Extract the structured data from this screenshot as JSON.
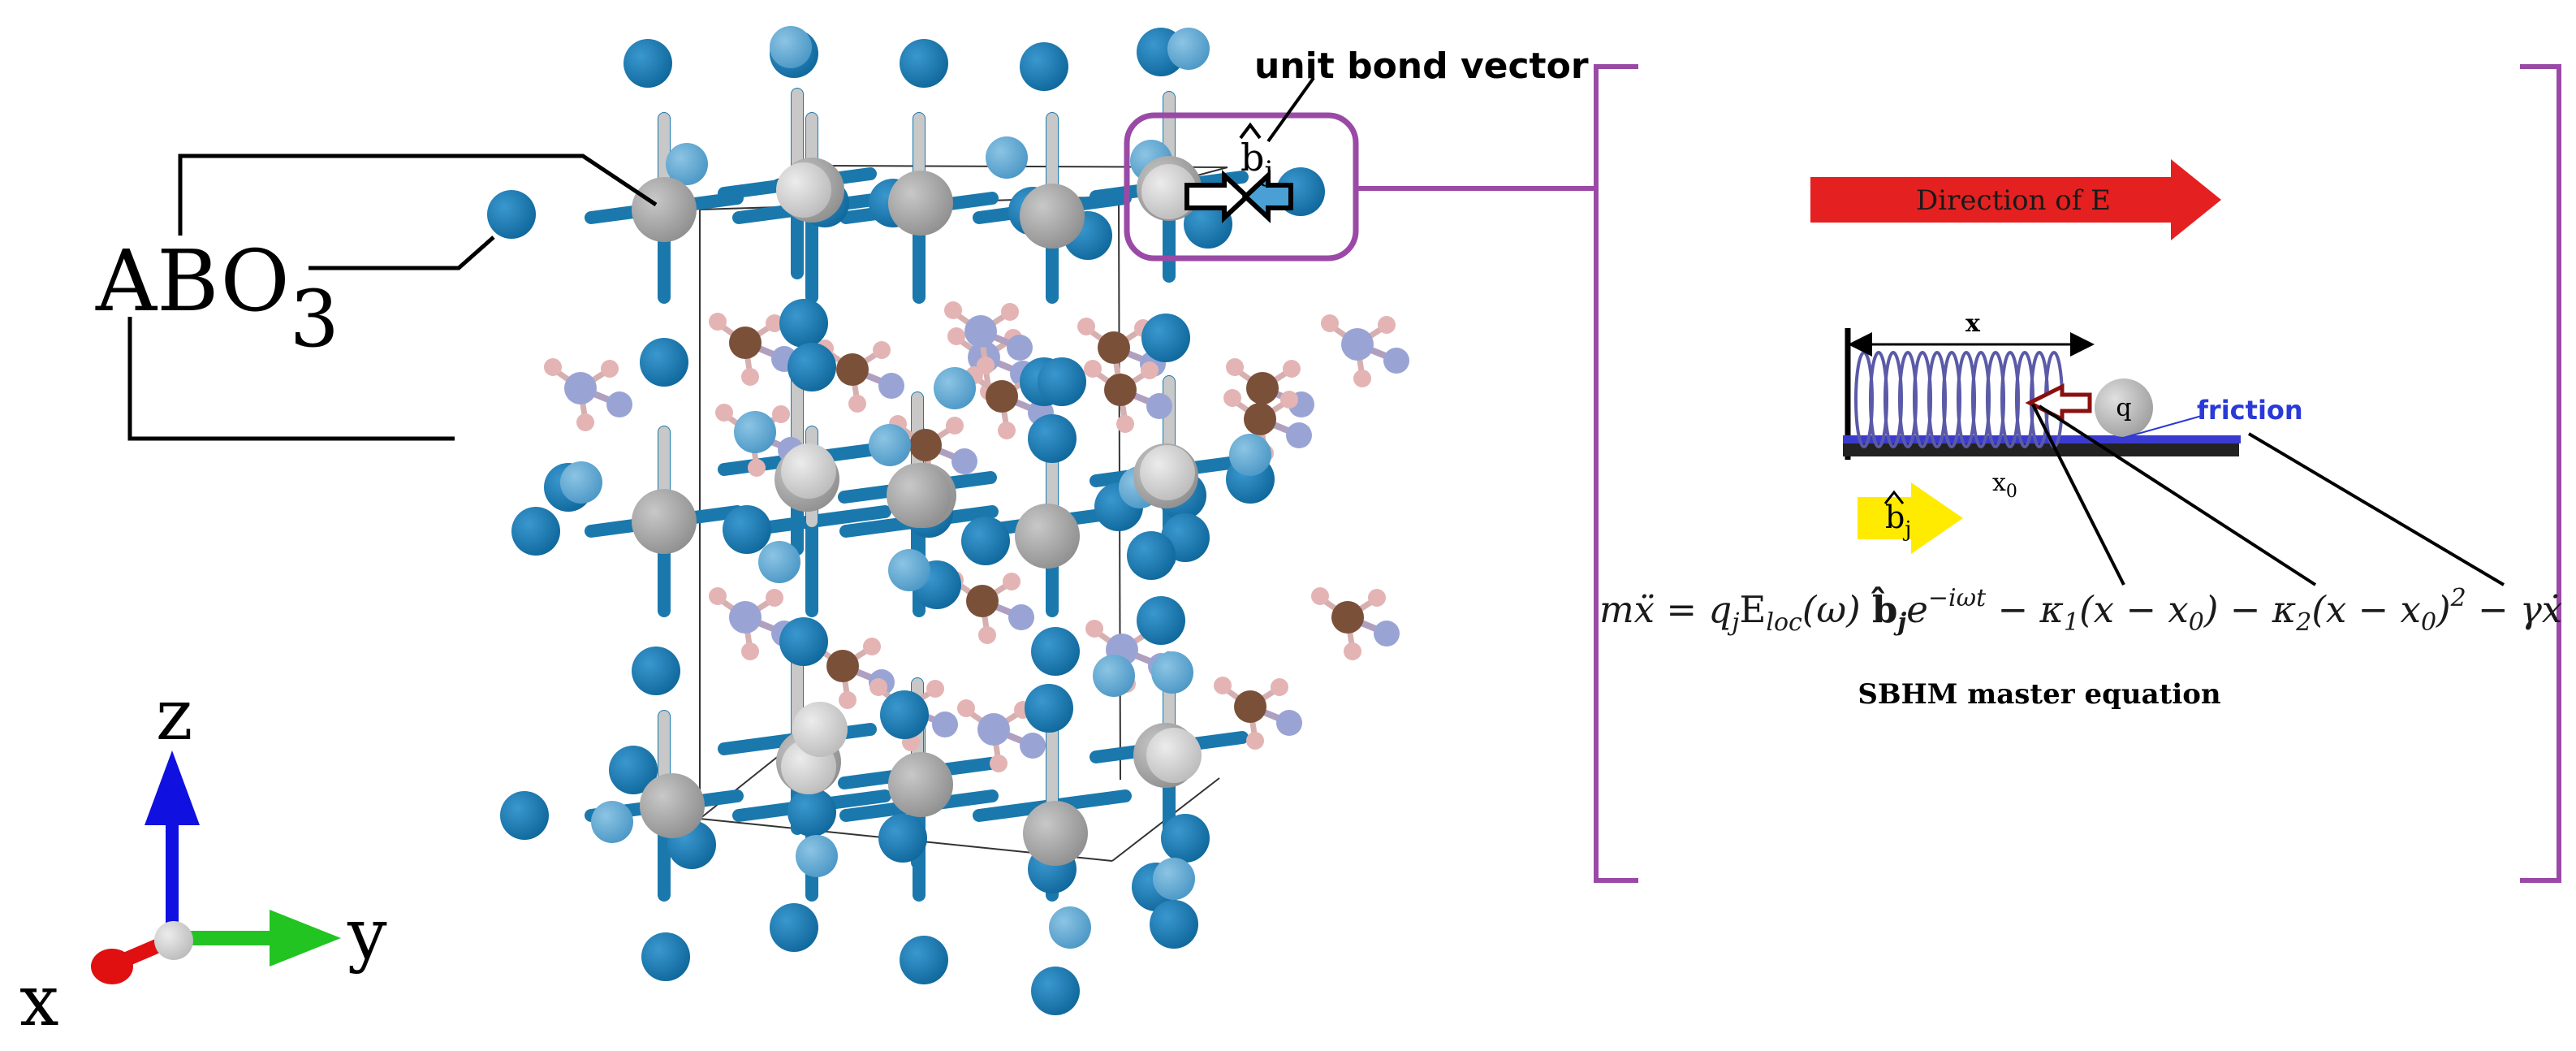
{
  "formula": {
    "main": "ABO",
    "sub": "3"
  },
  "bond_label": "unit bond vector",
  "bond_symbol": {
    "base": "b",
    "hat": "^",
    "sub": "j"
  },
  "axes": {
    "x": "x",
    "y": "y",
    "z": "z"
  },
  "field_label": "Direction of E",
  "spring": {
    "x_label": "x",
    "x0_label": "x",
    "x0_sub": "0",
    "charge_label": "q",
    "friction_label": "friction"
  },
  "equation": {
    "lhs": "mẍ = ",
    "t1": "q",
    "t1_sub": "j",
    "t2": "E",
    "t2_sub": "loc",
    "t3": "(ω) ",
    "t4": "b̂",
    "t4_sub": "j",
    "t5": "e",
    "t5_sup": "−iωt",
    "t6": " − κ",
    "t6_sub": "1",
    "t7": "(x − x",
    "t7_sub": "0",
    "t8": ") − κ",
    "t8_sub": "2",
    "t9": "(x − x",
    "t9_sub": "0",
    "t10": ")",
    "t10_sup": "2",
    "t11": " − γẋ"
  },
  "caption": "SBHM master equation",
  "colors": {
    "oxygen": "#1a78ad",
    "oxygen_light": "#5aa7d2",
    "b_site": "#a8a8a8",
    "a_site": "#d2d2d2",
    "carbon": "#7a5038",
    "nitrogen": "#9aa4d4",
    "hydrogen": "#e4b4b4",
    "highlight": "#9a4aa6",
    "field_arrow": "#e42020",
    "b_arrow": "#ffeb00",
    "spring": "#5a5aa8",
    "friction": "#2a3ad6",
    "axis_x": "#e01010",
    "axis_y": "#22c422",
    "axis_z": "#1010e0"
  },
  "icons": [
    "hat-arrow-icon",
    "axis-triad-icon"
  ]
}
